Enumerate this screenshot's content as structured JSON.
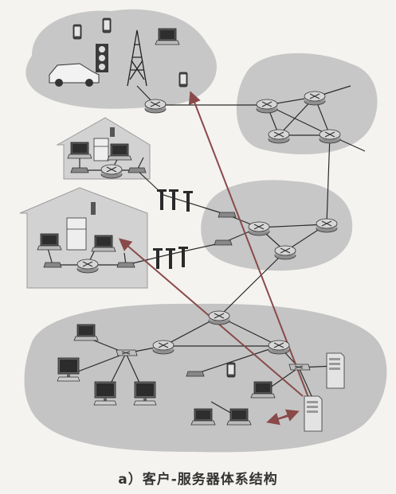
{
  "caption": "a）客户-服务器体系结构",
  "colors": {
    "cloud": "#c9c9c9",
    "house": "#d3d3d3",
    "link": "#2b2b2b",
    "arrow": "#8a4a4a",
    "router": "#a9a9a9"
  },
  "diagram": {
    "type": "client-server architecture network diagram",
    "regions": [
      "mobile-network",
      "isp-core-network",
      "regional-isp-network",
      "home-network-1",
      "home-network-2",
      "enterprise-network"
    ],
    "icons": [
      "smartphone-icon",
      "laptop-icon",
      "car-icon",
      "traffic-light-icon",
      "cell-tower-icon",
      "router-icon",
      "modem-icon",
      "refrigerator-icon",
      "thermometer-icon",
      "monitor-icon",
      "switch-icon",
      "server-icon"
    ]
  }
}
